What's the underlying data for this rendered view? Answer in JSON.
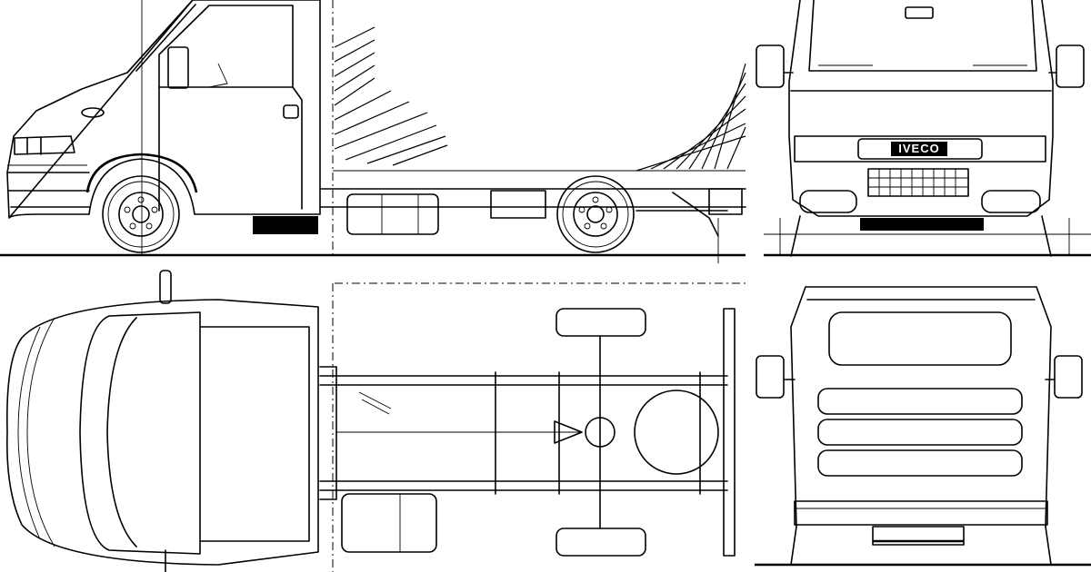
{
  "brand": {
    "grille_badge": "IVECO"
  },
  "views": [
    "side-view",
    "front-view",
    "top-view",
    "rear-view"
  ]
}
